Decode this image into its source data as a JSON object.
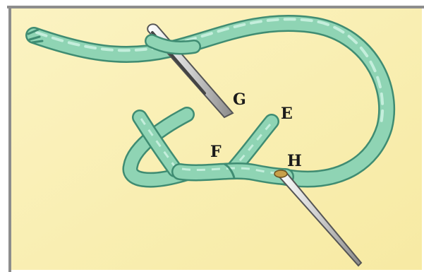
{
  "labels": {
    "g": "G",
    "e": "E",
    "f": "F",
    "h": "H"
  },
  "colors": {
    "background": "#faf0b4",
    "border": "#9a9a9a",
    "thread": "#8fd4b4",
    "thread_dark": "#3f8c72",
    "thread_light": "#c4eedc",
    "needle": "#e2e2e2",
    "needle_shadow": "#555555"
  },
  "icons": {
    "needle_top": "sewing-needle-icon",
    "needle_bottom": "sewing-needle-icon"
  }
}
